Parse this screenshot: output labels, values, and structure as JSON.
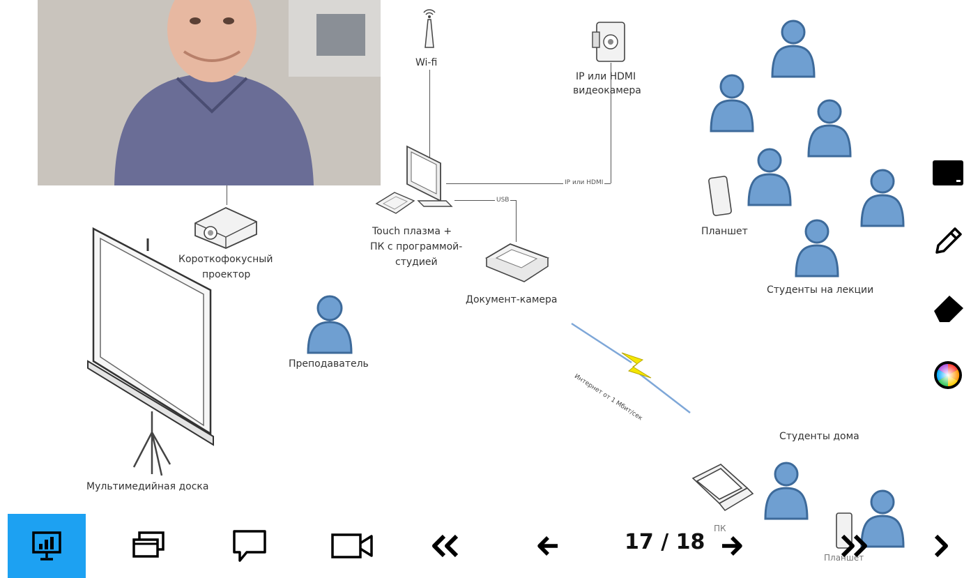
{
  "diagram": {
    "wifi_label": "Wi-fi",
    "camera_label_1": "IP или HDMI",
    "camera_label_2": "видеокамера",
    "ip_hdmi_link": "IP или HDMI",
    "usb_link": "USB",
    "pc_label_1": "Touch плазма +",
    "pc_label_2": "ПК с программой-",
    "pc_label_3": "студией",
    "projector_label_1": "Короткофокусный",
    "projector_label_2": "проектор",
    "doc_camera_label": "Документ-камера",
    "teacher_label": "Преподаватель",
    "board_label": "Мультимедийная доска",
    "tablet_label": "Планшет",
    "students_lecture_label": "Студенты на лекции",
    "internet_label": "Интернет от 1 Мбит/сек",
    "students_home_label": "Студенты дома",
    "home_pc_label": "ПК",
    "home_tablet_label": "Планшет"
  },
  "toolbar": {
    "page_current": "17",
    "page_separator": "/",
    "page_total": "18"
  },
  "colors": {
    "accent": "#1da1f2",
    "person_fill": "#6f9fd1",
    "person_stroke": "#3d6a9a"
  },
  "icons": {
    "present": "presentation-chart-icon",
    "windows": "windows-icon",
    "chat": "chat-bubble-icon",
    "video": "video-camera-icon",
    "first": "double-chevron-left-icon",
    "prev": "arrow-left-icon",
    "next": "arrow-right-icon",
    "last": "double-chevron-right-icon",
    "more": "chevron-right-icon",
    "screen": "screen-icon",
    "pencil": "pencil-icon",
    "eraser": "eraser-icon",
    "color": "color-wheel-icon"
  }
}
